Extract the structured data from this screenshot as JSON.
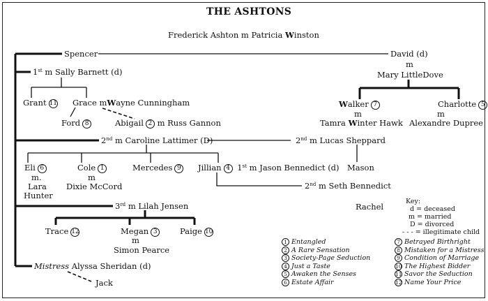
{
  "title": "THE ASHTONS",
  "people": {
    "frederick": "Frederick Ashton",
    "patricia": "Patricia Winston",
    "spencer": "Spencer",
    "david": "David (d)",
    "mary": "Mary LittleDove",
    "sally": "Sally Barnett (d)",
    "grant": "Grant",
    "grace": "Grace",
    "wayne": "Wayne Cunningham",
    "ford": "Ford",
    "abigail": "Abigail",
    "russ": "Russ Gannon",
    "walker": "Walker",
    "tamra": "Tamra Winter Hawk",
    "charlotte": "Charlotte",
    "alexandre": "Alexandre Dupree",
    "caroline": "Caroline Lattimer (D)",
    "lucas": "Lucas Sheppard",
    "eli": "Eli",
    "lara1": "Lara",
    "lara2": "Hunter",
    "cole": "Cole",
    "dixie": "Dixie McCord",
    "mercedes": "Mercedes",
    "jillian": "Jillian",
    "jason": "Jason Bennedict (d)",
    "mason": "Mason",
    "seth": "Seth Bennedict",
    "rachel": "Rachel",
    "lilah": "Lilah Jensen",
    "trace": "Trace",
    "megan": "Megan",
    "simon": "Simon Pearce",
    "paige": "Paige",
    "mistress": "Mistress",
    "alyssa": "Alyssa Sheridan (d)",
    "jack": "Jack"
  },
  "marks": {
    "m": "m",
    "m_dot": "m.",
    "first_num": "1",
    "second_num": "2",
    "third_num": "3",
    "ordinal_st": "st",
    "ordinal_nd": "nd",
    "ordinal_rd": "rd"
  },
  "numbers": {
    "grant": "11",
    "abigail": "2",
    "ford": "8",
    "walker": "7",
    "charlotte": "5",
    "eli": "6",
    "cole": "1",
    "mercedes": "9",
    "jillian": "4",
    "trace": "12",
    "megan": "3",
    "paige": "10"
  },
  "key": {
    "title": "Key:",
    "items": [
      "d = deceased",
      "m = married",
      "D = divorced",
      "- - -  = illegitimate child"
    ]
  },
  "books": [
    {
      "num": "1",
      "title": "Entangled"
    },
    {
      "num": "2",
      "title": "A Rare Sensation"
    },
    {
      "num": "3",
      "title": "Society-Page Seduction"
    },
    {
      "num": "4",
      "title": "Just a Taste"
    },
    {
      "num": "5",
      "title": "Awaken the Senses"
    },
    {
      "num": "6",
      "title": "Estate Affair"
    },
    {
      "num": "7",
      "title": "Betrayed Birthright"
    },
    {
      "num": "8",
      "title": "Mistaken for a Mistress"
    },
    {
      "num": "9",
      "title": "Condition of Marriage"
    },
    {
      "num": "10",
      "title": "The Highest Bidder"
    },
    {
      "num": "11",
      "title": "Savor the Seduction"
    },
    {
      "num": "12",
      "title": "Name Your Price"
    }
  ]
}
